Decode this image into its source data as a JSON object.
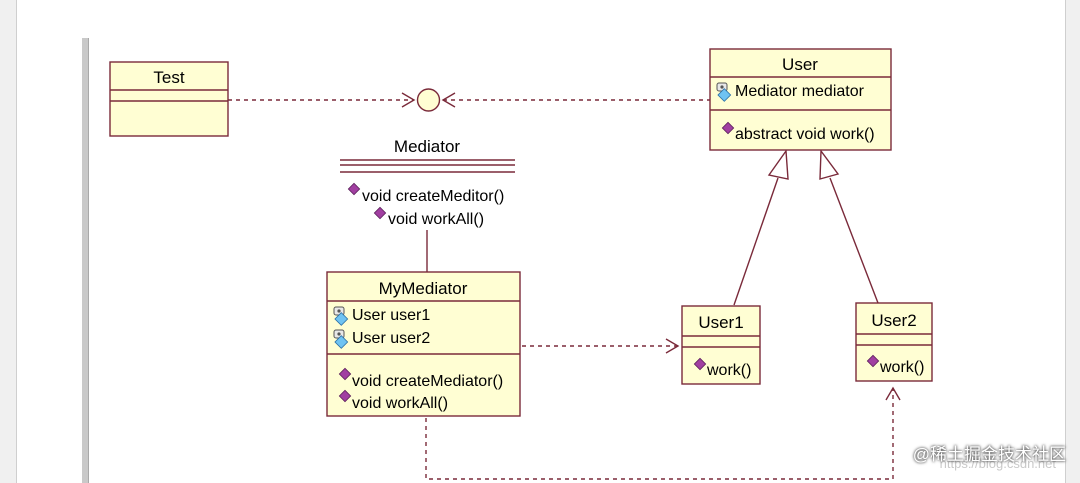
{
  "diagram": {
    "classes": {
      "test": {
        "name": "Test"
      },
      "user": {
        "name": "User",
        "attribute": "Mediator mediator",
        "operation": "abstract void work()"
      },
      "mediator_interface": {
        "name": "Mediator",
        "op1": "void createMeditor()",
        "op2": "void workAll()"
      },
      "my_mediator": {
        "name": "MyMediator",
        "attr1": "User user1",
        "attr2": "User user2",
        "op1": "void createMediator()",
        "op2": "void workAll()"
      },
      "user1": {
        "name": "User1",
        "operation": "work()"
      },
      "user2": {
        "name": "User2",
        "operation": "work()"
      }
    },
    "colors": {
      "class_fill": "#fffed3",
      "border": "#7a2a3a",
      "operation_icon": "#a13fa1",
      "attribute_icon": "#3f9fdf"
    }
  },
  "watermark": {
    "brand": "@稀土掘金技术社区",
    "url": "https://blog.csdn.net"
  }
}
